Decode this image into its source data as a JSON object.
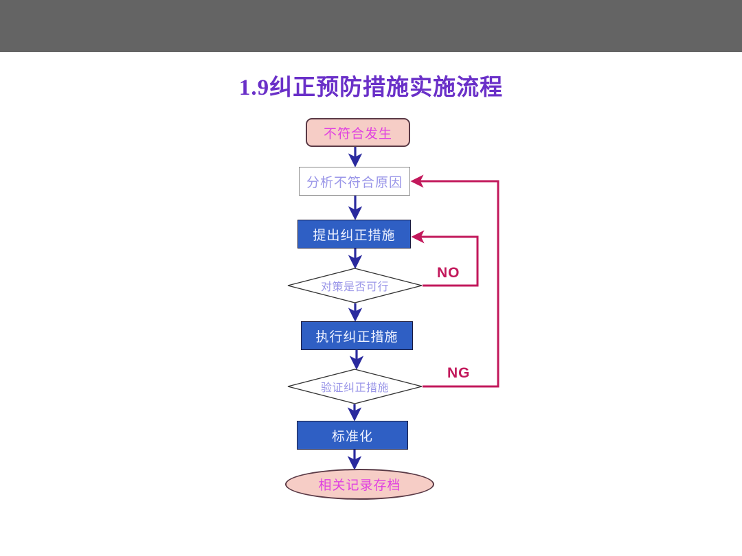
{
  "slide": {
    "title": "1.9纠正预防措施实施流程",
    "title_color": "#6a30c8",
    "top_bar_color": "#646464",
    "background_color": "#ffffff"
  },
  "chart_data": {
    "type": "diagram",
    "title": "1.9纠正预防措施实施流程",
    "nodes": [
      {
        "id": "start",
        "label": "不符合发生",
        "shape": "rounded-rect",
        "fill": "#f6cdc6",
        "text_color": "#e040e0",
        "border_color": "#5a3a46"
      },
      {
        "id": "analyze",
        "label": "分析不符合原因",
        "shape": "rect",
        "fill": "#ffffff",
        "text_color": "#9a96e8",
        "border_color": "#8a8a8a"
      },
      {
        "id": "propose",
        "label": "提出纠正措施",
        "shape": "rect",
        "fill": "#2f5fc4",
        "text_color": "#eef2ff",
        "border_color": "#1a1a3c"
      },
      {
        "id": "feasible",
        "label": "对策是否可行",
        "shape": "diamond",
        "fill": "#ffffff",
        "text_color": "#9a96e8",
        "border_color": "#333333"
      },
      {
        "id": "execute",
        "label": "执行纠正措施",
        "shape": "rect",
        "fill": "#2f5fc4",
        "text_color": "#eef2ff",
        "border_color": "#1a1a3c"
      },
      {
        "id": "verify",
        "label": "验证纠正措施",
        "shape": "diamond",
        "fill": "#ffffff",
        "text_color": "#9a96e8",
        "border_color": "#333333"
      },
      {
        "id": "standard",
        "label": "标准化",
        "shape": "rect",
        "fill": "#2f5fc4",
        "text_color": "#eef2ff",
        "border_color": "#1a1a3c"
      },
      {
        "id": "archive",
        "label": "相关记录存档",
        "shape": "ellipse",
        "fill": "#f6cdc6",
        "text_color": "#e040e0",
        "border_color": "#5a3a46"
      }
    ],
    "edges": [
      {
        "from": "start",
        "to": "analyze",
        "label": "",
        "color": "#2a2a9e"
      },
      {
        "from": "analyze",
        "to": "propose",
        "label": "",
        "color": "#2a2a9e"
      },
      {
        "from": "propose",
        "to": "feasible",
        "label": "",
        "color": "#2a2a9e"
      },
      {
        "from": "feasible",
        "to": "execute",
        "label": "",
        "color": "#2a2a9e"
      },
      {
        "from": "execute",
        "to": "verify",
        "label": "",
        "color": "#2a2a9e"
      },
      {
        "from": "verify",
        "to": "standard",
        "label": "",
        "color": "#2a2a9e"
      },
      {
        "from": "standard",
        "to": "archive",
        "label": "",
        "color": "#2a2a9e"
      },
      {
        "from": "feasible",
        "to": "propose",
        "label": "NO",
        "color": "#c2185b"
      },
      {
        "from": "verify",
        "to": "analyze",
        "label": "NG",
        "color": "#c2185b"
      }
    ],
    "edge_labels": {
      "no": "NO",
      "ng": "NG"
    },
    "arrow_color": "#2a2a9e",
    "loop_color": "#c2185b"
  }
}
